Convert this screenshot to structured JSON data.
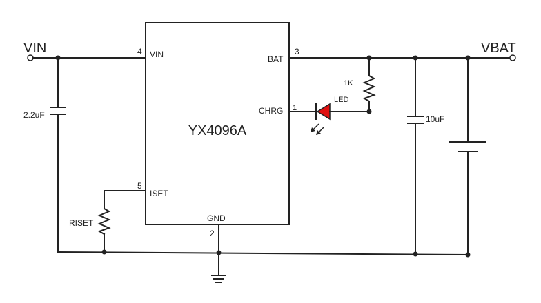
{
  "schematic": {
    "chip": {
      "name": "YX4096A",
      "pins": {
        "vin": {
          "number": "4",
          "name": "VIN"
        },
        "bat": {
          "number": "3",
          "name": "BAT"
        },
        "chrg": {
          "number": "1",
          "name": "CHRG"
        },
        "iset": {
          "number": "5",
          "name": "ISET"
        },
        "gnd": {
          "number": "2",
          "name": "GND"
        }
      }
    },
    "terminals": {
      "input": "VIN",
      "output": "VBAT"
    },
    "components": {
      "input_cap": "2.2uF",
      "output_cap": "10uF",
      "led_resistor": "1K",
      "led": "LED",
      "set_resistor": "RISET"
    },
    "colors": {
      "wire": "#222222",
      "led": "#e01010"
    }
  }
}
